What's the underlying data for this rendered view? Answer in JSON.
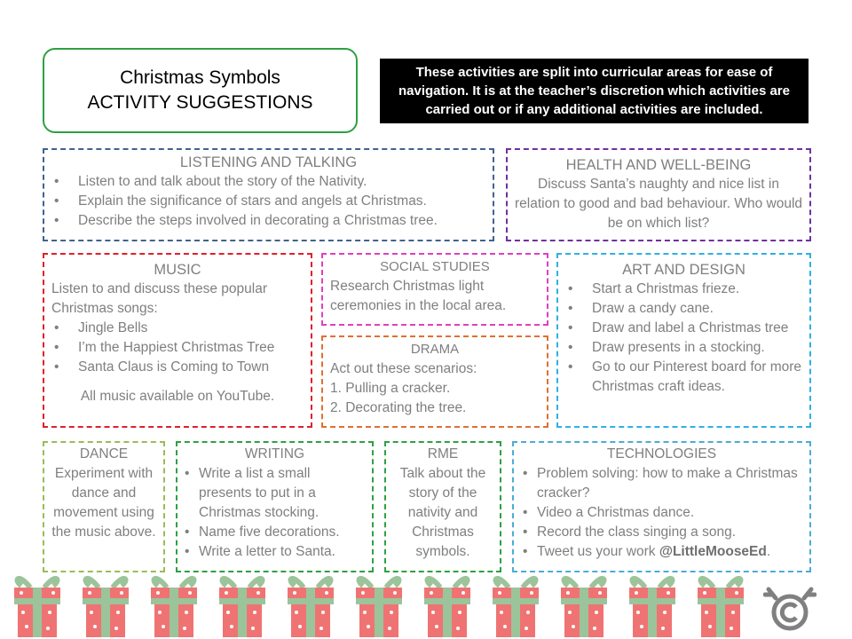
{
  "title": {
    "line1": "Christmas Symbols",
    "line2": "ACTIVITY SUGGESTIONS"
  },
  "intro_note": "These activities are split into curricular areas for ease of navigation. It is at the teacher’s discretion which activities are carried out or if any additional activities are included.",
  "sections": {
    "listening": {
      "heading": "LISTENING AND TALKING",
      "items": [
        "Listen to and talk about the story of the Nativity.",
        "Explain the significance of stars and angels at Christmas.",
        "Describe the steps involved in decorating a Christmas tree."
      ]
    },
    "health": {
      "heading": "HEALTH AND WELL-BEING",
      "text": "Discuss Santa’s naughty and nice list in relation to good and bad behaviour. Who would be on which list?"
    },
    "music": {
      "heading": "MUSIC",
      "intro": "Listen to and discuss these popular Christmas songs:",
      "items": [
        "Jingle Bells",
        "I’m the Happiest Christmas Tree",
        "Santa Claus is Coming to Town"
      ],
      "footer": "All music available on YouTube."
    },
    "social": {
      "heading": "SOCIAL STUDIES",
      "text": "Research Christmas light ceremonies in the local area."
    },
    "drama": {
      "heading": "DRAMA",
      "intro": "Act out these scenarios:",
      "line1": "1. Pulling a cracker.",
      "line2": "2. Decorating the tree."
    },
    "art": {
      "heading": "ART AND DESIGN",
      "items": [
        "Start a Christmas frieze.",
        "Draw a candy cane.",
        "Draw and label a Christmas tree",
        "Draw presents in a stocking.",
        "Go to our Pinterest board for more Christmas craft ideas."
      ]
    },
    "dance": {
      "heading": "DANCE",
      "text": "Experiment with dance and movement using the music above."
    },
    "writing": {
      "heading": "WRITING",
      "items": [
        "Write a list a small presents to put in a Christmas stocking.",
        "Name five decorations.",
        "Write a letter to Santa."
      ]
    },
    "rme": {
      "heading": "RME",
      "text": "Talk about the story of the nativity and Christmas symbols."
    },
    "technologies": {
      "heading": "TECHNOLOGIES",
      "items": [
        "Problem solving: how to make a Christmas cracker?",
        "Video a Christmas dance.",
        "Record the class singing a song."
      ],
      "tweet_prefix": "Tweet us your work ",
      "tweet_handle": "@LittleMooseEd",
      "tweet_suffix": "."
    }
  },
  "colors": {
    "listening": "#41628f",
    "health": "#7030a0",
    "music": "#e0202a",
    "social": "#e040c0",
    "drama": "#e07030",
    "art": "#30b0e0",
    "dance": "#9bbb59",
    "writing": "#2ea043",
    "rme": "#2ea043",
    "technologies": "#4bacd6",
    "gift_box": "#f07373",
    "gift_ribbon": "#9cc49a"
  },
  "decorations": {
    "gift_icon": "gift-box-icon",
    "gift_count": 11,
    "logo_icon": "little-moose-logo-icon"
  }
}
